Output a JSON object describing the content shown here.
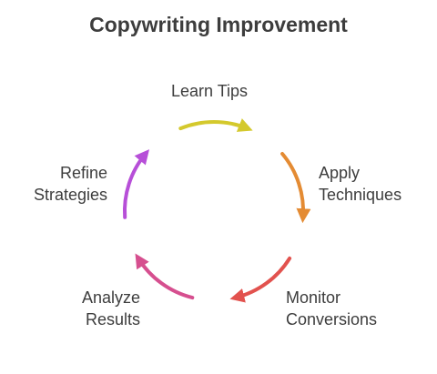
{
  "diagram": {
    "title": "Copywriting Improvement",
    "steps": [
      {
        "lines": [
          "Learn Tips"
        ],
        "color": "#d4c92d"
      },
      {
        "lines": [
          "Apply",
          "Techniques"
        ],
        "color": "#e48b33"
      },
      {
        "lines": [
          "Monitor",
          "Conversions"
        ],
        "color": "#e2524e"
      },
      {
        "lines": [
          "Analyze",
          "Results"
        ],
        "color": "#d64f8f"
      },
      {
        "lines": [
          "Refine",
          "Strategies"
        ],
        "color": "#b74fd8"
      }
    ]
  }
}
